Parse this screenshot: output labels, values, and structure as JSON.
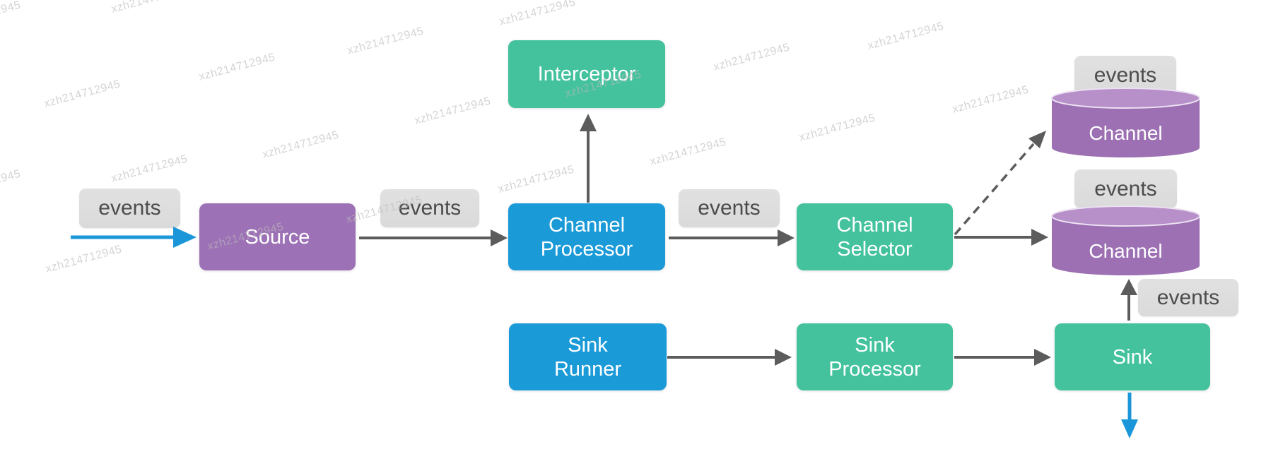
{
  "watermark": {
    "text": "xzh214712945",
    "positions": [
      [
        -78,
        36
      ],
      [
        158,
        14
      ],
      [
        707,
        32
      ],
      [
        492,
        73
      ],
      [
        1010,
        96
      ],
      [
        1228,
        66
      ],
      [
        63,
        148
      ],
      [
        282,
        110
      ],
      [
        800,
        134
      ],
      [
        587,
        172
      ],
      [
        1131,
        196
      ],
      [
        372,
        220
      ],
      [
        920,
        230
      ],
      [
        1348,
        156
      ],
      [
        158,
        254
      ],
      [
        -78,
        275
      ],
      [
        705,
        269
      ],
      [
        490,
        312
      ],
      [
        294,
        350
      ],
      [
        65,
        382
      ]
    ]
  },
  "nodes": {
    "source": {
      "label": "Source"
    },
    "interceptor": {
      "label": "Interceptor"
    },
    "channel_processor": {
      "line1": "Channel",
      "line2": "Processor"
    },
    "channel_selector": {
      "line1": "Channel",
      "line2": "Selector"
    },
    "sink_runner": {
      "line1": "Sink",
      "line2": "Runner"
    },
    "sink_processor": {
      "line1": "Sink",
      "line2": "Processor"
    },
    "sink": {
      "label": "Sink"
    },
    "channel_top": {
      "label": "Channel"
    },
    "channel_bottom": {
      "label": "Channel"
    }
  },
  "event_badges": [
    "events",
    "events",
    "events",
    "events",
    "events",
    "events"
  ],
  "edges": [
    {
      "from": "external-input",
      "to": "source",
      "style": "solid",
      "color": "blue",
      "label": "events"
    },
    {
      "from": "source",
      "to": "channel_processor",
      "style": "solid",
      "color": "gray",
      "label": "events"
    },
    {
      "from": "channel_processor",
      "to": "interceptor",
      "style": "solid",
      "color": "gray"
    },
    {
      "from": "channel_processor",
      "to": "channel_selector",
      "style": "solid",
      "color": "gray",
      "label": "events"
    },
    {
      "from": "channel_selector",
      "to": "channel_top",
      "style": "dashed",
      "color": "gray"
    },
    {
      "from": "channel_selector",
      "to": "channel_bottom",
      "style": "solid",
      "color": "gray"
    },
    {
      "from": "sink_runner",
      "to": "sink_processor",
      "style": "solid",
      "color": "gray"
    },
    {
      "from": "sink_processor",
      "to": "sink",
      "style": "solid",
      "color": "gray"
    },
    {
      "from": "sink",
      "to": "channel_bottom",
      "style": "solid",
      "color": "gray",
      "label": "events"
    },
    {
      "from": "sink",
      "to": "external-output",
      "style": "solid",
      "color": "blue"
    }
  ],
  "colors": {
    "purple": "#9d71b6",
    "teal": "#43c29d",
    "blue": "#1b9ad8",
    "badge_bg": "#dadada",
    "badge_text": "#4c4c4c",
    "arrow": "#5c5c5c",
    "blue_arrow": "#1b96d8",
    "cylinder_body": "#9c70b3",
    "cylinder_top": "#b78fc9",
    "watermark": "#bababa"
  }
}
